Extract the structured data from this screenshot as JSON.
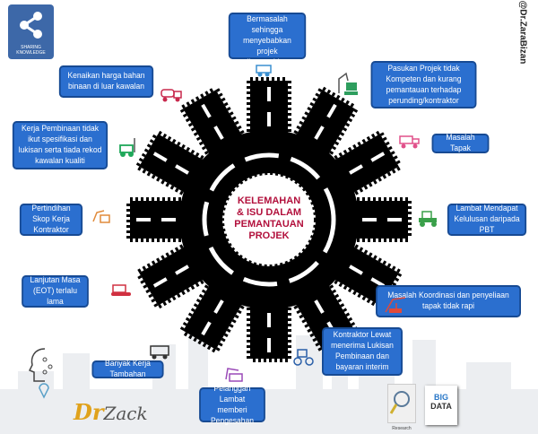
{
  "title": "KELEMAHAN & ISU DALAM PEMANTAUAN PROJEK",
  "title_lines": [
    "KELEMAHAN",
    "& ISU DALAM",
    "PEMANTAUAN",
    "PROJEK"
  ],
  "sharing_badge": {
    "icon": "share-icon",
    "label": "SHARING KNOWLEDGE"
  },
  "watermark": "@Dr.ZaraBizan",
  "issues": [
    "Kontraktor Bermasalah sehingga menyebabkan projek dimansuhkan",
    "Kenaikan harga bahan binaan di luar kawalan",
    "Pasukan Projek tidak Kompeten dan kurang pemantauan terhadap perunding/kontraktor",
    "Kerja Pembinaan tidak ikut spesifikasi dan lukisan serta tiada rekod kawalan kualiti",
    "Masalah Tapak",
    "Pertindihan Skop Kerja Kontraktor",
    "Lambat Mendapat Kelulusan daripada PBT",
    "Lanjutan Masa (EOT) terlalu lama",
    "Masalah Koordinasi dan penyeliaan tapak tidak rapi",
    "Kontraktor Lewat menerima Lukisan Pembinaan dan bayaran interim",
    "Banyak Kerja Tambahan",
    "Pelanggan Lambat memberi Pengesahan"
  ],
  "logo": {
    "text_a": "Dr",
    "text_b": "Zack"
  },
  "research_label": "Research",
  "bigdata_label": [
    "BIG",
    "DATA"
  ],
  "colors": {
    "box": "#2b6fcf",
    "title": "#b2103c",
    "road": "#000000"
  }
}
